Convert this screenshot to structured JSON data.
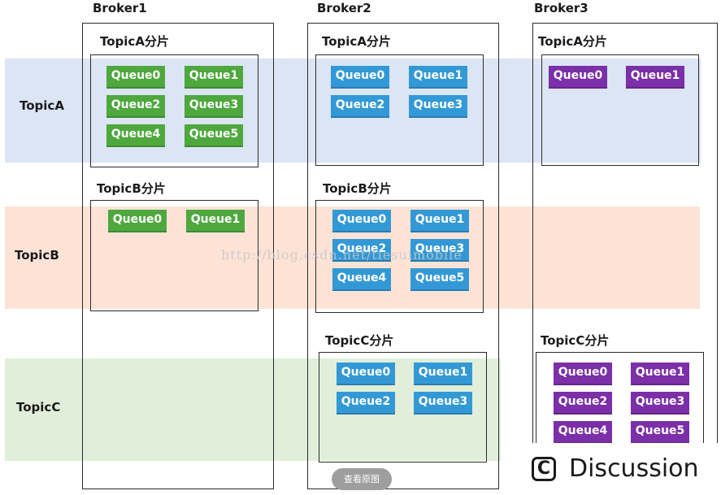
{
  "rows": [
    {
      "label": "TopicA"
    },
    {
      "label": "TopicB"
    },
    {
      "label": "TopicC"
    }
  ],
  "brokers": [
    {
      "title": "Broker1",
      "partitions": [
        {
          "title": "TopicA分片",
          "color": "#4ea83d",
          "queues": [
            "Queue0",
            "Queue1",
            "Queue2",
            "Queue3",
            "Queue4",
            "Queue5"
          ]
        },
        {
          "title": "TopicB分片",
          "color": "#4ea83d",
          "queues": [
            "Queue0",
            "Queue1"
          ]
        }
      ]
    },
    {
      "title": "Broker2",
      "partitions": [
        {
          "title": "TopicA分片",
          "color": "#3399d6",
          "queues": [
            "Queue0",
            "Queue1",
            "Queue2",
            "Queue3"
          ]
        },
        {
          "title": "TopicB分片",
          "color": "#3399d6",
          "queues": [
            "Queue0",
            "Queue1",
            "Queue2",
            "Queue3",
            "Queue4",
            "Queue5"
          ]
        },
        {
          "title": "TopicC分片",
          "color": "#3399d6",
          "queues": [
            "Queue0",
            "Queue1",
            "Queue2",
            "Queue3"
          ]
        }
      ]
    },
    {
      "title": "Broker3",
      "partitions": [
        {
          "title": "TopicA分片",
          "color": "#7b2fa8",
          "queues": [
            "Queue0",
            "Queue1"
          ]
        },
        {
          "title": "TopicC分片",
          "color": "#7b2fa8",
          "queues": [
            "Queue0",
            "Queue1",
            "Queue2",
            "Queue3",
            "Queue4",
            "Queue5"
          ]
        }
      ]
    }
  ],
  "watermark": "http://blog.csdn.net/tiesuimobile",
  "view_original_label": "查看原图",
  "discussion": {
    "icon": "discussion-c-icon",
    "icon_glyph": "C",
    "label": "Discussion"
  }
}
